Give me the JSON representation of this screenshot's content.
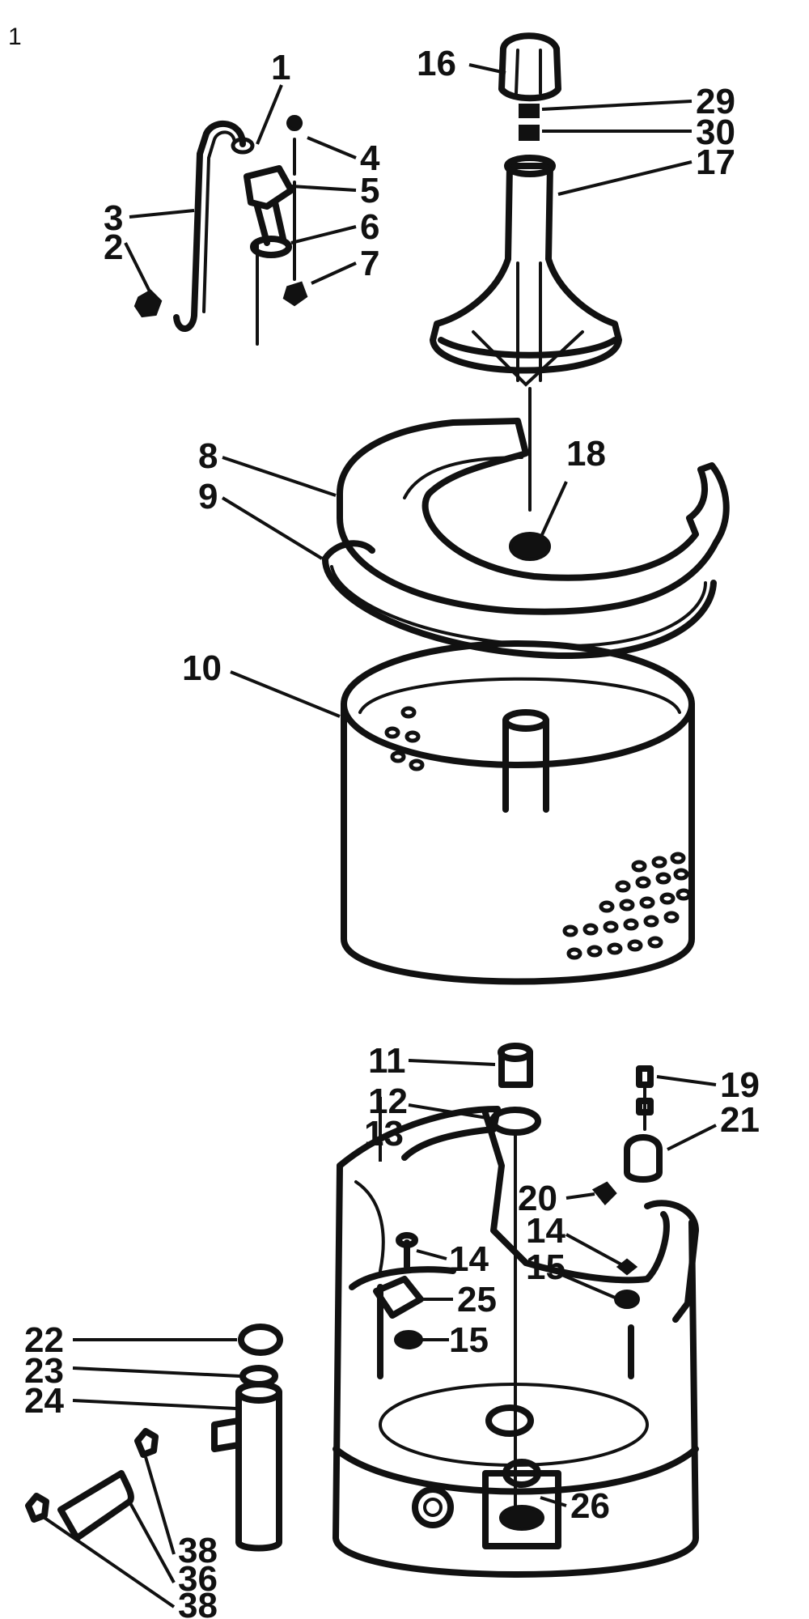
{
  "corner_mark": "1",
  "callouts": [
    {
      "id": "1",
      "text": "1"
    },
    {
      "id": "2",
      "text": "2"
    },
    {
      "id": "3",
      "text": "3"
    },
    {
      "id": "4",
      "text": "4"
    },
    {
      "id": "5",
      "text": "5"
    },
    {
      "id": "6",
      "text": "6"
    },
    {
      "id": "7",
      "text": "7"
    },
    {
      "id": "8",
      "text": "8"
    },
    {
      "id": "9",
      "text": "9"
    },
    {
      "id": "10",
      "text": "10"
    },
    {
      "id": "11",
      "text": "11"
    },
    {
      "id": "12",
      "text": "12"
    },
    {
      "id": "13",
      "text": "13"
    },
    {
      "id": "14a",
      "text": "14"
    },
    {
      "id": "14b",
      "text": "14"
    },
    {
      "id": "15a",
      "text": "15"
    },
    {
      "id": "15b",
      "text": "15"
    },
    {
      "id": "16",
      "text": "16"
    },
    {
      "id": "17",
      "text": "17"
    },
    {
      "id": "18",
      "text": "18"
    },
    {
      "id": "19",
      "text": "19"
    },
    {
      "id": "20",
      "text": "20"
    },
    {
      "id": "21",
      "text": "21"
    },
    {
      "id": "22",
      "text": "22"
    },
    {
      "id": "23",
      "text": "23"
    },
    {
      "id": "24",
      "text": "24"
    },
    {
      "id": "25",
      "text": "25"
    },
    {
      "id": "26",
      "text": "26"
    },
    {
      "id": "29",
      "text": "29"
    },
    {
      "id": "30",
      "text": "30"
    },
    {
      "id": "36",
      "text": "36"
    },
    {
      "id": "38a",
      "text": "38"
    },
    {
      "id": "38b",
      "text": "38"
    }
  ]
}
